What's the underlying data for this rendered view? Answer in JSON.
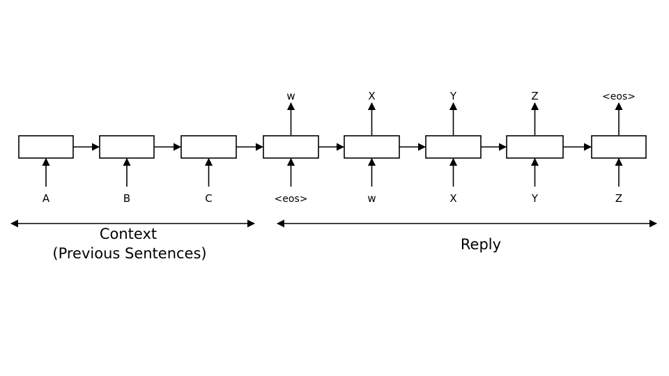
{
  "cells": [
    {
      "input": "A",
      "output": ""
    },
    {
      "input": "B",
      "output": ""
    },
    {
      "input": "C",
      "output": ""
    },
    {
      "input": "<eos>",
      "output": "w"
    },
    {
      "input": "w",
      "output": "X"
    },
    {
      "input": "X",
      "output": "Y"
    },
    {
      "input": "Y",
      "output": "Z"
    },
    {
      "input": "Z",
      "output": "<eos>"
    }
  ],
  "sections": {
    "context_line1": "Context",
    "context_line2": "(Previous Sentences)",
    "reply": "Reply"
  },
  "colors": {
    "stroke": "#000000",
    "background": "#ffffff"
  }
}
